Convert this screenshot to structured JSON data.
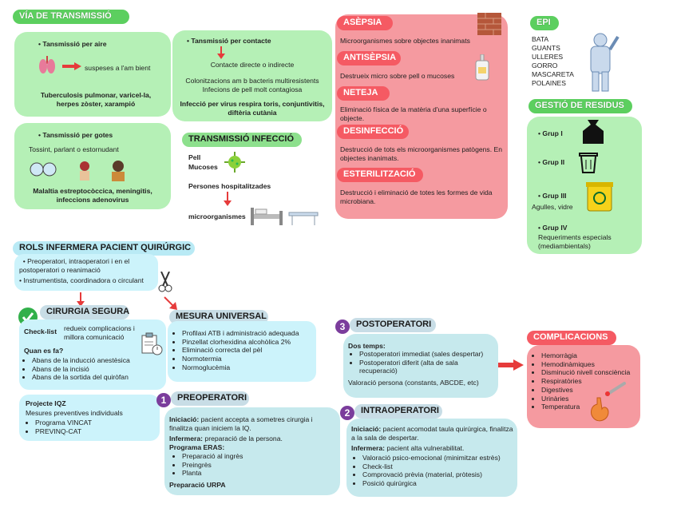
{
  "via": {
    "title": "VÍA DE TRANSMISSIÓ",
    "aire": {
      "label": "Tansmissió per aire",
      "arrow_text": "suspeses a l'am bient",
      "diseases": "Tuberculosis pulmonar, varicel-la, herpes zòster, xarampió"
    },
    "contacte": {
      "label": "Tansmissió per contacte",
      "t1": "Contacte directe o indirecte",
      "t2": "Colonitzacions am b bacteris multiresistents",
      "t3": "Infecions de pell molt contagiosa",
      "t4": "Infecció per virus respira toris, conjuntivitis, diftèria cutània"
    },
    "gotes": {
      "label": "Tansmissió per gotes",
      "t1": "Tossint, parlant o estornudant",
      "t2": "Malaltia estreptocòccica, meningitis, infeccions adenovirus"
    }
  },
  "ti": {
    "title": "TRANSMISSIÓ INFECCIÓ",
    "pell": "Pell",
    "mucoses": "Mucoses",
    "persones": "Persones hospitalitzades",
    "micro": "microorganismes"
  },
  "asep": {
    "asepsia": "ASÈPSIA",
    "asepsia_t": "Microorganismes sobre objectes inanimats",
    "antisepsia": "ANTISÈPSIA",
    "antisepsia_t": "Destrueix micro sobre pell o mucoses",
    "neteja": "NETEJA",
    "neteja_t": "Eliminació física de la matèria d'una superfície o objecte.",
    "desinf": "DESINFECCIÓ",
    "desinf_t": "Destrucció de tots els microorganismes patògens. En objectes inanimats.",
    "ester": "ESTERILITZACIÓ",
    "ester_t": "Destrucció i eliminació de totes les formes de vida microbiana."
  },
  "epi": {
    "title": "EPI",
    "items": [
      "BATA",
      "GUANTS",
      "ULLERES",
      "GORRO",
      "MASCARETA",
      "POLAINES"
    ]
  },
  "residus": {
    "title": "GESTIÓ DE RESIDUS",
    "g1": "Grup I",
    "g2": "Grup II",
    "g3": "Grup III",
    "g3_t": "Agulles, vidre",
    "g4": "Grup IV",
    "g4_t": "Requeriments especials (mediambientals)"
  },
  "rols": {
    "title": "ROLS INFERMERA PACIENT QUIRÚRGIC",
    "i1": "Preoperatori, intraoperatori i en el postoperatori o reanimació",
    "i2": "Instrumentista, coordinadora o circulant"
  },
  "cs": {
    "title": "CIRURGIA SEGURA",
    "checklist": "Check-list",
    "checklist_t": "redueix complicacions i millora comunicació",
    "quan": "Quan es fa?",
    "items": [
      "Abans de la inducció anestèsica",
      "Abans de la incisió",
      "Abans de la sortida del quiròfan"
    ]
  },
  "iqz": {
    "title": "Projecte IQZ",
    "t": "Mesures preventives individuals",
    "items": [
      "Programa VINCAT",
      "PREVINQ-CAT"
    ]
  },
  "mu": {
    "title": "MESURA UNIVERSAL",
    "items": [
      "Profilaxi ATB i administració adequada",
      "Pinzellat clorhexidina alcohòlica 2%",
      "Eliminació correcta del pèl",
      "Normotermia",
      "Normoglucèmia"
    ]
  },
  "pre": {
    "num": "1",
    "title": "PREOPERATORI",
    "ini_l": "Iniciació:",
    "ini": "pacient accepta a sometres cirurgia i finalitza quan iniciem la IQ.",
    "inf_l": "Infermera:",
    "inf": "preparació de la persona.",
    "prog": "Programa ERAS:",
    "items": [
      "Preparació al ingrès",
      "Preingrès",
      "Planta"
    ],
    "urpa": "Preparació URPA"
  },
  "intra": {
    "num": "2",
    "title": "INTRAOPERATORI",
    "ini_l": "Iniciació:",
    "ini": "pacient acomodat taula quirúrgica, finalitza a la sala de despertar.",
    "inf_l": "Infermera:",
    "inf": "pacient alta vulnerabilitat.",
    "items": [
      "Valoració psico-emocional (minimitzar estrès)",
      "Check-list",
      "Comprovació prèvia (material, pròtesis)",
      "Posició quirúrgica"
    ]
  },
  "post": {
    "num": "3",
    "title": "POSTOPERATORI",
    "dos": "Dos temps:",
    "items": [
      "Postoperatori immediat (sales despertar)",
      "Postoperatori diferit (alta de sala recuperació)"
    ],
    "val": "Valoració persona (constants, ABCDE, etc)"
  },
  "comp": {
    "title": "COMPLICACIONS",
    "items": [
      "Hemorràgia",
      "Hemodinàmiques",
      "Disminució nivell consciència",
      "Respiratòries",
      "Digestives",
      "Urinàries",
      "Temperatura"
    ]
  }
}
